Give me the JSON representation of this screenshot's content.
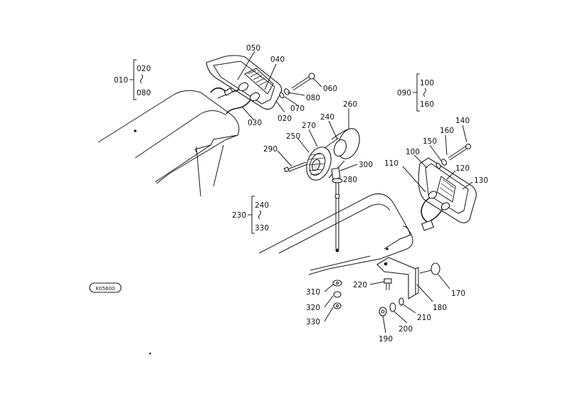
{
  "callouts": [
    {
      "id": "050",
      "label": "050"
    },
    {
      "id": "040",
      "label": "040"
    },
    {
      "id": "060",
      "label": "060"
    },
    {
      "id": "080b",
      "label": "080"
    },
    {
      "id": "070",
      "label": "070"
    },
    {
      "id": "020b",
      "label": "020"
    },
    {
      "id": "030",
      "label": "030"
    },
    {
      "id": "260",
      "label": "260"
    },
    {
      "id": "240",
      "label": "240"
    },
    {
      "id": "270",
      "label": "270"
    },
    {
      "id": "250",
      "label": "250"
    },
    {
      "id": "290",
      "label": "290"
    },
    {
      "id": "300",
      "label": "300"
    },
    {
      "id": "280",
      "label": "280"
    },
    {
      "id": "140",
      "label": "140"
    },
    {
      "id": "160",
      "label": "160"
    },
    {
      "id": "150",
      "label": "150"
    },
    {
      "id": "100",
      "label": "100"
    },
    {
      "id": "110",
      "label": "110"
    },
    {
      "id": "120",
      "label": "120"
    },
    {
      "id": "130",
      "label": "130"
    },
    {
      "id": "220",
      "label": "220"
    },
    {
      "id": "310",
      "label": "310"
    },
    {
      "id": "320",
      "label": "320"
    },
    {
      "id": "330",
      "label": "330"
    },
    {
      "id": "170",
      "label": "170"
    },
    {
      "id": "180",
      "label": "180"
    },
    {
      "id": "210",
      "label": "210"
    },
    {
      "id": "200",
      "label": "200"
    },
    {
      "id": "190",
      "label": "190"
    }
  ],
  "groups": [
    {
      "id": "g010",
      "label": "010",
      "from": "020",
      "to": "080"
    },
    {
      "id": "g090",
      "label": "090",
      "from": "100",
      "to": "160"
    },
    {
      "id": "g230",
      "label": "230",
      "from": "240",
      "to": "330"
    }
  ],
  "stamp": {
    "label": "K05600"
  }
}
